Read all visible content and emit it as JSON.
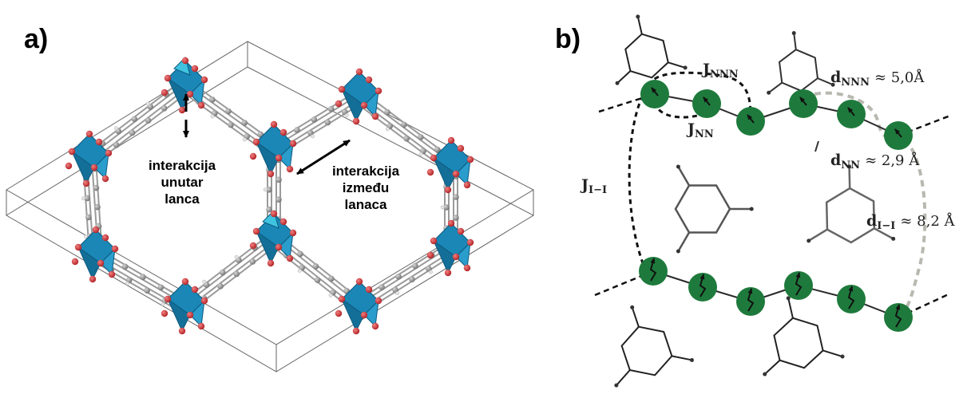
{
  "panel_a": {
    "label": "a)",
    "intra_chain_label": [
      "interakcija",
      "unutar",
      "lanca"
    ],
    "inter_chain_label": [
      "interakcija",
      "između",
      "lanaca"
    ],
    "colors": {
      "polyhedron": "#1b87b6",
      "polyhedron_light": "#3fc3e0",
      "oxygen": "#c9262a",
      "carbon": "#8a8a8a",
      "cell_edge": "#555555"
    }
  },
  "panel_b": {
    "label": "b)",
    "J_NNN": {
      "main": "J",
      "sub": "NNN"
    },
    "J_NN": {
      "main": "J",
      "sub": "NN"
    },
    "J_I_I": {
      "main": "J",
      "sub": "I−I"
    },
    "d_NNN": {
      "main": "d",
      "sub": "NNN",
      "value": "≈ 5,0Å"
    },
    "d_NN": {
      "main": "d",
      "sub": "NN",
      "value": "≈ 2,9 Å"
    },
    "d_I_I": {
      "main": "d",
      "sub": "I−I",
      "value": "≈ 8,2 Å"
    },
    "colors": {
      "spin_site": "#1e7a3c",
      "exchange_black": "#111111",
      "exchange_gray": "#b8b8b0",
      "bond": "#2a2a2a"
    }
  }
}
